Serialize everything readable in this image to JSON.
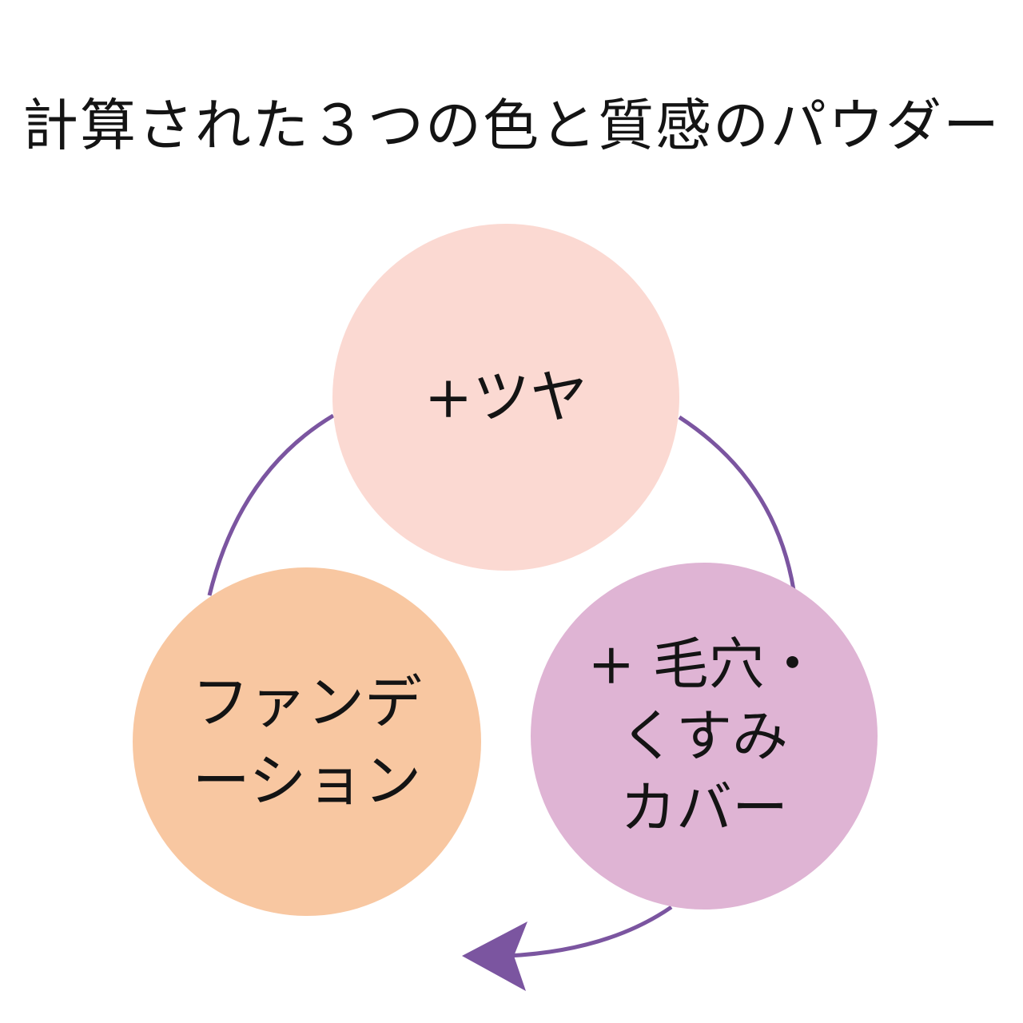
{
  "title": "計算された３つの色と質感のパウダー",
  "colors": {
    "top_circle": "#fbd9d2",
    "left_circle": "#f8c7a1",
    "right_circle": "#dfb4d4",
    "connector": "#7b55a0"
  },
  "nodes": {
    "top": {
      "lines": [
        "+ツヤ"
      ]
    },
    "left": {
      "lines": [
        "ファンデ",
        "ーション"
      ]
    },
    "right": {
      "lines": [
        "+ 毛穴・",
        "くすみ",
        "カバー"
      ]
    }
  }
}
